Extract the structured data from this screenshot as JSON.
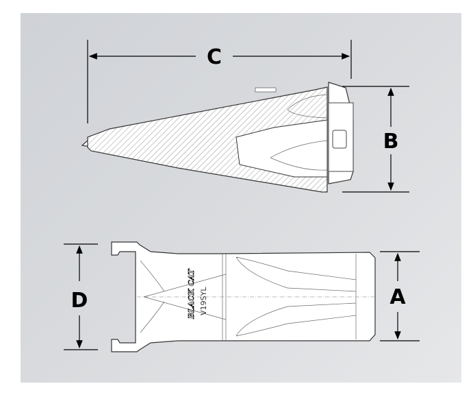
{
  "dimensions": {
    "a": "A",
    "b": "B",
    "c": "C",
    "d": "D"
  },
  "part_marking": {
    "brand": "BLACK CAT",
    "model": "V19SYL"
  },
  "colors": {
    "background": "#d6d8dc",
    "line": "#000000"
  }
}
